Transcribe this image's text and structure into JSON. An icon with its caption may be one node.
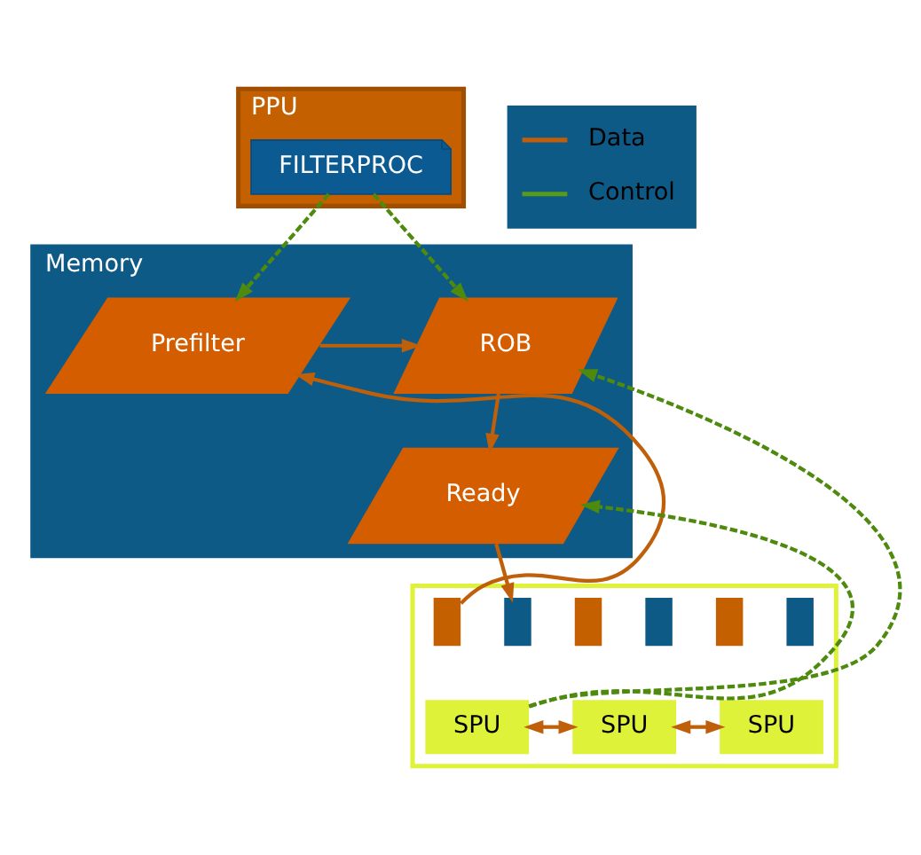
{
  "diagram": {
    "nodes": [
      {
        "text": [
          "PPU"
        ]
      },
      {
        "text": [
          "FILTERPROC"
        ],
        "in": 0
      },
      {
        "text": [
          "Memory"
        ]
      },
      {
        "text": [
          "Prefilter"
        ],
        "in": 2
      },
      {
        "text": [
          "ROB"
        ],
        "in": 2
      },
      {
        "text": [
          "Ready"
        ],
        "in": 2
      },
      {
        "text": [],
        "shape": "box"
      },
      {
        "text": [],
        "shape": "bar",
        "in": 6
      },
      {
        "text": [],
        "shape": "bar",
        "in": 6
      },
      {
        "text": [],
        "shape": "bar",
        "in": 6
      },
      {
        "text": [],
        "shape": "bar",
        "in": 6
      },
      {
        "text": [],
        "shape": "bar",
        "in": 6
      },
      {
        "text": [],
        "shape": "bar",
        "in": 6
      },
      {
        "text": [
          "SPU"
        ],
        "in": 6
      },
      {
        "text": [
          "SPU"
        ],
        "in": 6
      },
      {
        "text": [
          "SPU"
        ],
        "in": 6
      }
    ],
    "edges": [
      {
        "from": 1,
        "to": 3,
        "arrow": "to",
        "style": "dashed",
        "color": "#4e8a0e"
      },
      {
        "from": 1,
        "to": 4,
        "arrow": "to",
        "style": "dashed",
        "color": "#4e8a0e"
      },
      {
        "from": 3,
        "to": 4,
        "arrow": "to"
      },
      {
        "from": 4,
        "to": 5,
        "arrow": "to"
      },
      {
        "from": 7,
        "to": 3,
        "arrow": "to"
      },
      {
        "from": 13,
        "to": 4,
        "arrow": "to",
        "style": "dashed",
        "color": "#4e8a0e"
      },
      {
        "from": 13,
        "to": 5,
        "arrow": "to",
        "style": "dashed",
        "color": "#4e8a0e"
      },
      {
        "from": 5,
        "to": 8,
        "arrow": "to"
      },
      {
        "from": 13,
        "to": 14,
        "arrow": "both"
      },
      {
        "from": 14,
        "to": 15,
        "arrow": "both"
      }
    ],
    "legend": [
      {
        "text": "Data"
      },
      {
        "text": "Control"
      }
    ]
  }
}
